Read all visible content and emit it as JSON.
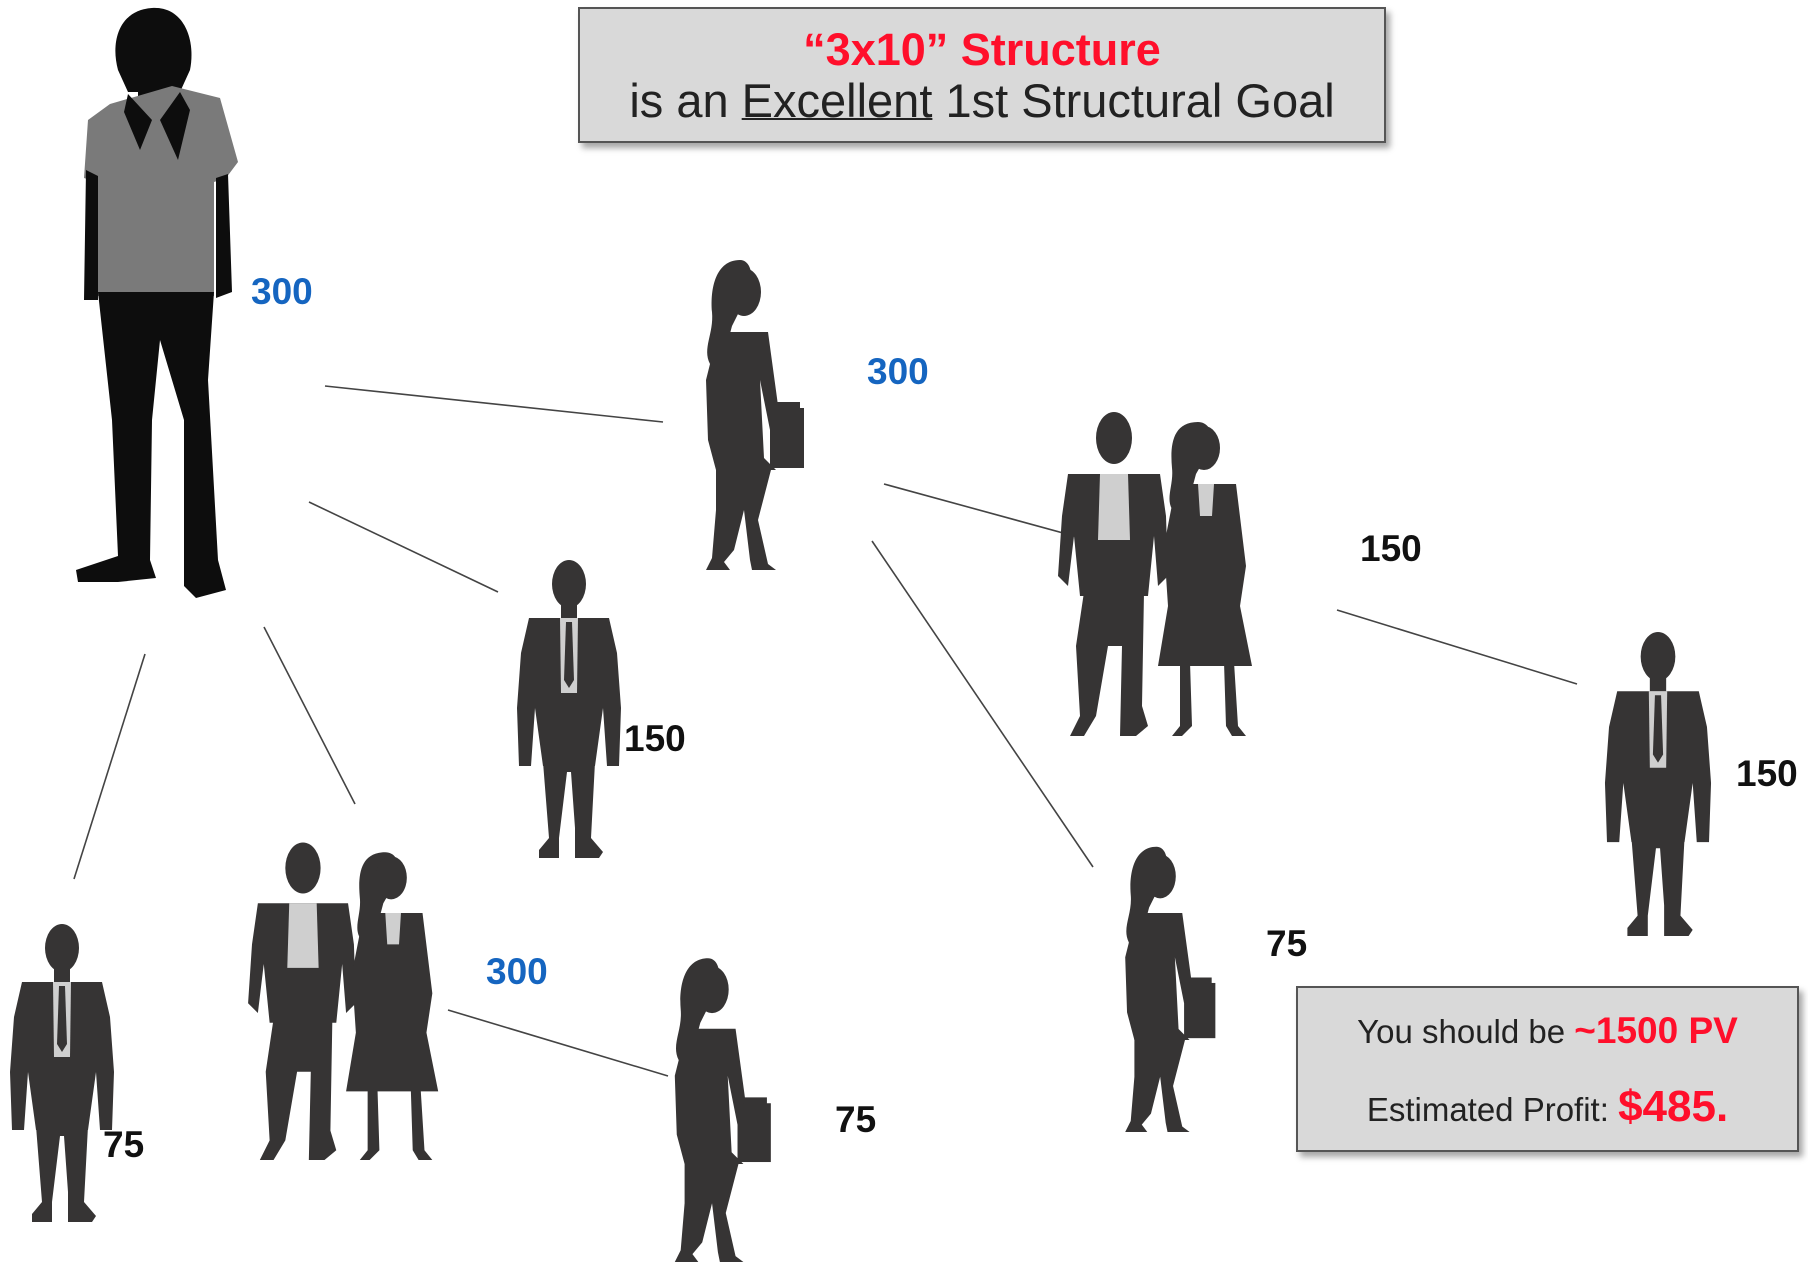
{
  "title": {
    "line1": "“3x10” Structure",
    "line2_prefix": "is an ",
    "line2_emph": "Excellent",
    "line2_suffix": " 1st Structural Goal"
  },
  "summary": {
    "pv_prefix": "You should be ",
    "pv_value": "~1500 PV",
    "profit_prefix": "Estimated Profit: ",
    "profit_value": "$485."
  },
  "nodes": [
    {
      "id": "leader",
      "figure": "man-leader",
      "label": "300",
      "color": "#1565c0"
    },
    {
      "id": "sponsor-woman",
      "figure": "woman",
      "label": "300",
      "color": "#1565c0"
    },
    {
      "id": "couple-right",
      "figure": "couple",
      "label": "150",
      "color": "#111111"
    },
    {
      "id": "man-far-right",
      "figure": "man",
      "label": "150",
      "color": "#111111"
    },
    {
      "id": "man-middle",
      "figure": "man",
      "label": "150",
      "color": "#111111"
    },
    {
      "id": "woman-lower-right",
      "figure": "woman",
      "label": "75",
      "color": "#111111"
    },
    {
      "id": "man-bottom-left",
      "figure": "man",
      "label": "75",
      "color": "#111111"
    },
    {
      "id": "couple-bottom",
      "figure": "couple",
      "label": "300",
      "color": "#1565c0"
    },
    {
      "id": "woman-bottom",
      "figure": "woman",
      "label": "75",
      "color": "#111111"
    }
  ],
  "colors": {
    "figure": "#363434",
    "leader_shirt": "#7a7a7a",
    "leader_pants": "#0d0d0d",
    "link": "#444444",
    "accent_red": "#ff0f2b",
    "accent_blue": "#1565c0"
  }
}
